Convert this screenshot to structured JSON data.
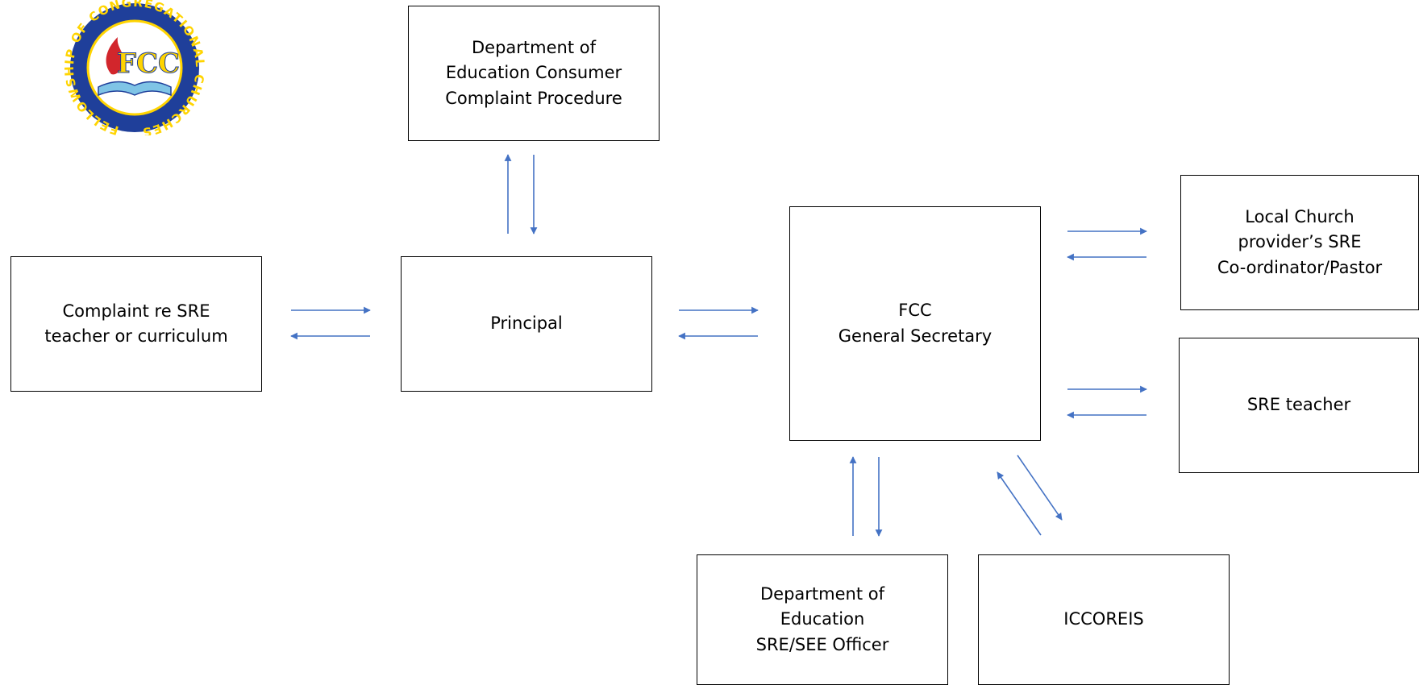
{
  "logo": {
    "ring_text": "FELLOWSHIP OF CONGREGATIONAL CHURCHES",
    "initials": "FCC",
    "colors": {
      "ring": "#1f3f9a",
      "ring_text": "#ffd400",
      "flame": "#d2262c",
      "book": "#7fc4e6"
    }
  },
  "boxes": {
    "complaint": [
      "Complaint re SRE",
      "teacher or curriculum"
    ],
    "principal": [
      "Principal"
    ],
    "doe_complaint": [
      "Department of",
      "Education Consumer",
      "Complaint Procedure"
    ],
    "fcc": [
      "FCC",
      "General Secretary"
    ],
    "local_church": [
      "Local Church",
      "provider’s SRE",
      "Co-ordinator/Pastor"
    ],
    "sre_teacher": [
      "SRE teacher"
    ],
    "doe_officer": [
      "Department of",
      "Education",
      "SRE/SEE Officer"
    ],
    "iccoreis": [
      "ICCOREIS"
    ]
  },
  "arrow_color": "#4472c4"
}
